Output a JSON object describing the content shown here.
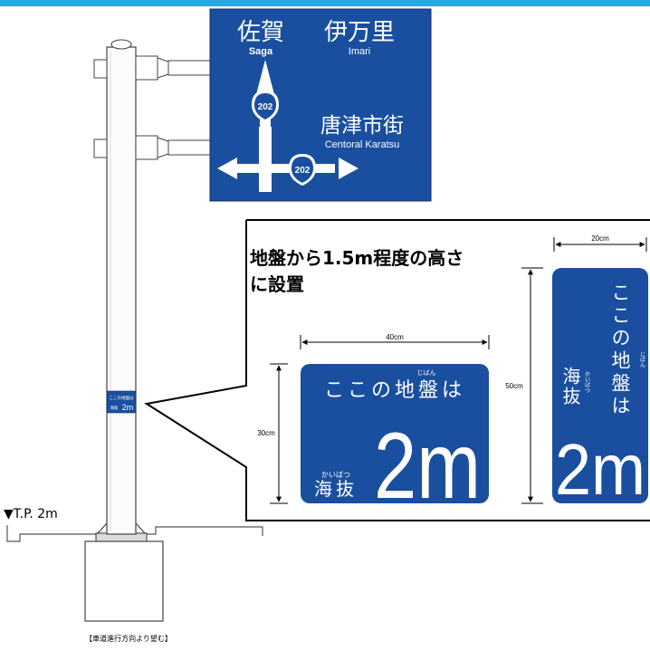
{
  "direction_sign": {
    "dest_top_left_jp": "佐賀",
    "dest_top_left_en": "Saga",
    "dest_top_right_jp": "伊万里",
    "dest_top_right_en": "Imari",
    "dest_mid_jp": "唐津市街",
    "dest_mid_en": "Centoral Karatsu",
    "route_number_upper": "202",
    "route_number_lower": "202"
  },
  "small_pole_sign": {
    "line1": "ここの地盤は",
    "line2": "海抜",
    "value": "2m"
  },
  "ground_label": "▼T.P. 2m",
  "caption": "【車道進行方向より望む】",
  "callout": {
    "title_line1": "地盤から1.5m程度の高さ",
    "title_line2": "に設置",
    "horizontal_sign": {
      "width_label": "40cm",
      "height_label": "30cm",
      "text_main": "ここの地盤は",
      "ruby_jiban": "じばん",
      "text_kaibatsu": "海抜",
      "ruby_kaibatsu": "かいばつ",
      "value": "2m"
    },
    "vertical_sign": {
      "width_label": "20cm",
      "height_label": "50cm",
      "text_main": "ここの地盤は",
      "ruby_jiban": "じばん",
      "text_kaibatsu": "海抜",
      "ruby_kaibatsu": "かいばつ",
      "value": "2m"
    }
  },
  "colors": {
    "sign_blue": "#1a4f9f",
    "top_bar": "#29a8e0",
    "line": "#000000"
  }
}
